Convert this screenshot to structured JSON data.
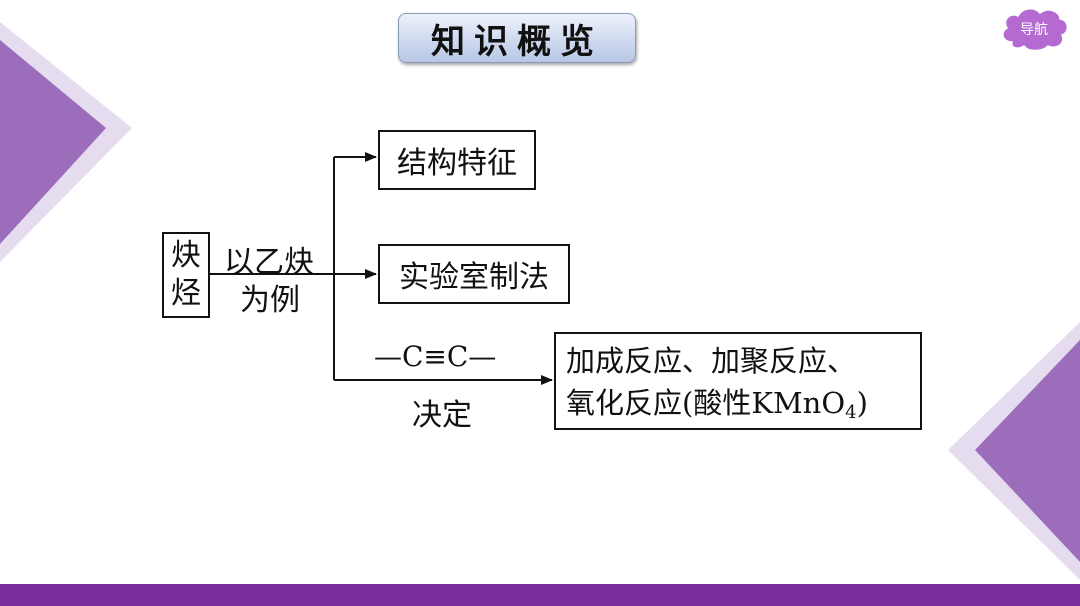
{
  "header": {
    "title": "知识概览"
  },
  "nav": {
    "label": "导航"
  },
  "diagram": {
    "root": {
      "line1": "炔",
      "line2": "烃"
    },
    "condition": {
      "line1": "以乙炔",
      "line2": "为例"
    },
    "branches": {
      "structure": "结构特征",
      "preparation": "实验室制法"
    },
    "bond": {
      "text": "—C≡C—",
      "caption": "决定"
    },
    "reactions": {
      "line1": "加成反应、加聚反应、",
      "line2_prefix": "氧化反应(酸性KMnO",
      "line2_sub": "4",
      "line2_suffix": ")"
    }
  },
  "colors": {
    "accent_purple": "#7a2d9c",
    "triangle_light": "#e3d7ee",
    "triangle_dark": "#9a6ab8",
    "cloud": "#b46ad0"
  }
}
